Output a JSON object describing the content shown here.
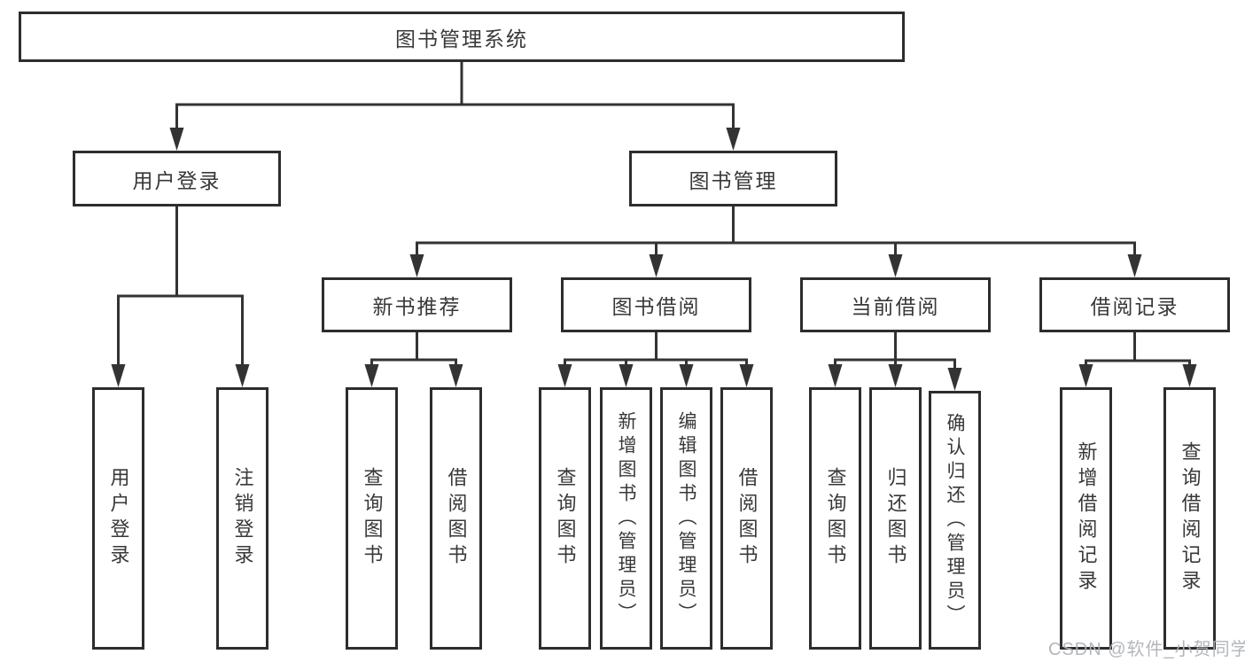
{
  "tree": {
    "root": {
      "label": "图书管理系统"
    },
    "branches": [
      {
        "label": "用户登录",
        "children": [
          "用户登录",
          "注销登录"
        ]
      },
      {
        "label": "图书管理",
        "sections": [
          {
            "label": "新书推荐",
            "children": [
              "查询图书",
              "借阅图书"
            ]
          },
          {
            "label": "图书借阅",
            "children": [
              "查询图书",
              "新增图书（管理员）",
              "编辑图书（管理员）",
              "借阅图书"
            ]
          },
          {
            "label": "当前借阅",
            "children": [
              "查询图书",
              "归还图书",
              "确认归还（管理员）"
            ]
          },
          {
            "label": "借阅记录",
            "children": [
              "新增借阅记录",
              "查询借阅记录"
            ]
          }
        ]
      }
    ]
  },
  "watermark": {
    "text": "CSDN @软件_小贺同学"
  },
  "colors": {
    "line": "#333333",
    "box_border": "#2d2d2d",
    "text": "#383838",
    "watermark": "#afb2b7",
    "background": "#ffffff"
  }
}
